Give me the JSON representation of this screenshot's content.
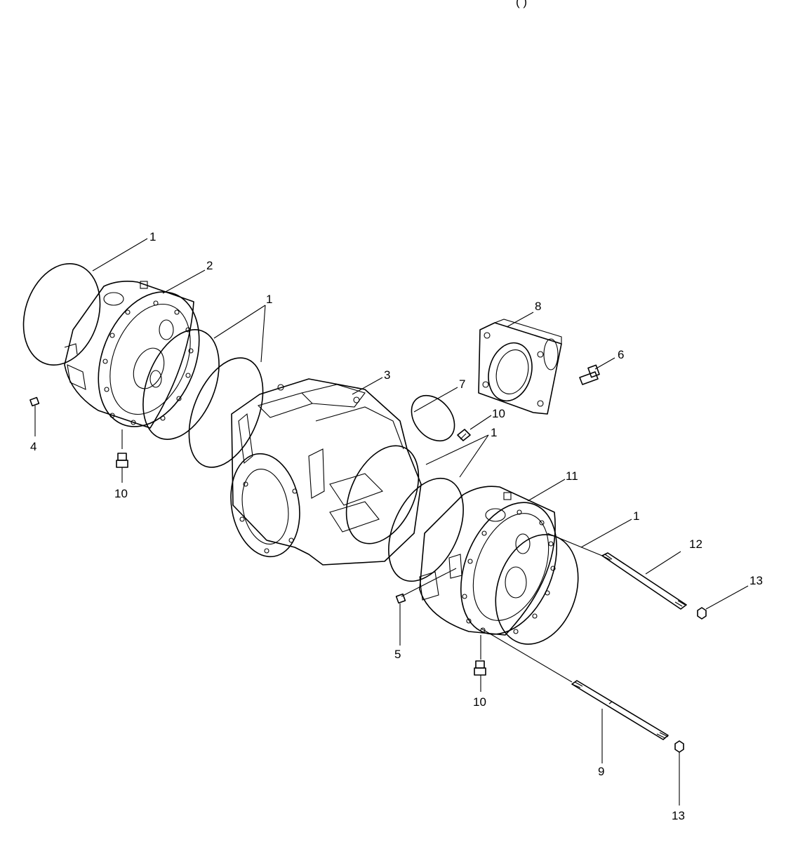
{
  "diagram": {
    "header_fragment": "(  )",
    "callouts": [
      {
        "id": "c1a",
        "text": "1"
      },
      {
        "id": "c2",
        "text": "2"
      },
      {
        "id": "c1b",
        "text": "1"
      },
      {
        "id": "c8",
        "text": "8"
      },
      {
        "id": "c6",
        "text": "6"
      },
      {
        "id": "c3",
        "text": "3"
      },
      {
        "id": "c7",
        "text": "7"
      },
      {
        "id": "c10a",
        "text": "10"
      },
      {
        "id": "c1c",
        "text": "1"
      },
      {
        "id": "c4",
        "text": "4"
      },
      {
        "id": "c10b",
        "text": "10"
      },
      {
        "id": "c11",
        "text": "11"
      },
      {
        "id": "c1d",
        "text": "1"
      },
      {
        "id": "c12",
        "text": "12"
      },
      {
        "id": "c13a",
        "text": "13"
      },
      {
        "id": "c5",
        "text": "5"
      },
      {
        "id": "c10c",
        "text": "10"
      },
      {
        "id": "c9",
        "text": "9"
      },
      {
        "id": "c13b",
        "text": "13"
      }
    ]
  }
}
